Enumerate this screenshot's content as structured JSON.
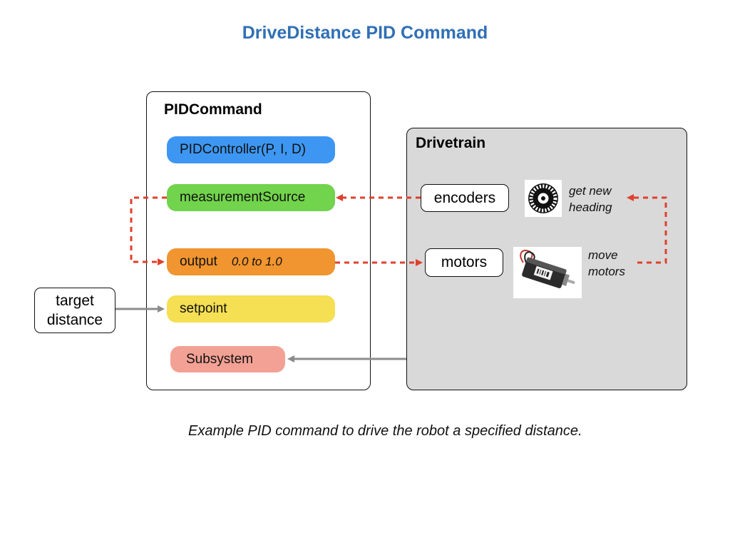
{
  "title": "DriveDistance PID Command",
  "pid_command": {
    "heading": "PIDCommand",
    "pid_controller": "PIDController(P, I, D)",
    "measurement_source": "measurementSource",
    "output_label": "output",
    "output_range": "0.0 to 1.0",
    "setpoint": "setpoint",
    "subsystem": "Subsystem"
  },
  "target": {
    "line1": "target",
    "line2": "distance"
  },
  "drivetrain": {
    "heading": "Drivetrain",
    "encoders": "encoders",
    "motors": "motors",
    "encoder_note": {
      "line1": "get new",
      "line2": "heading"
    },
    "motor_note": {
      "line1": "move",
      "line2": "motors"
    }
  },
  "caption": "Example PID command to drive the robot a specified distance.",
  "colors": {
    "title": "#2f6fb5",
    "pid_controller": "#3d97f2",
    "measurement_source": "#72d34c",
    "output": "#f0952f",
    "setpoint": "#f5df52",
    "subsystem": "#f3a195",
    "dashed_arrow": "#e0402c",
    "solid_arrow": "#8c8c8c",
    "drivetrain_bg": "#d9d9d9"
  }
}
